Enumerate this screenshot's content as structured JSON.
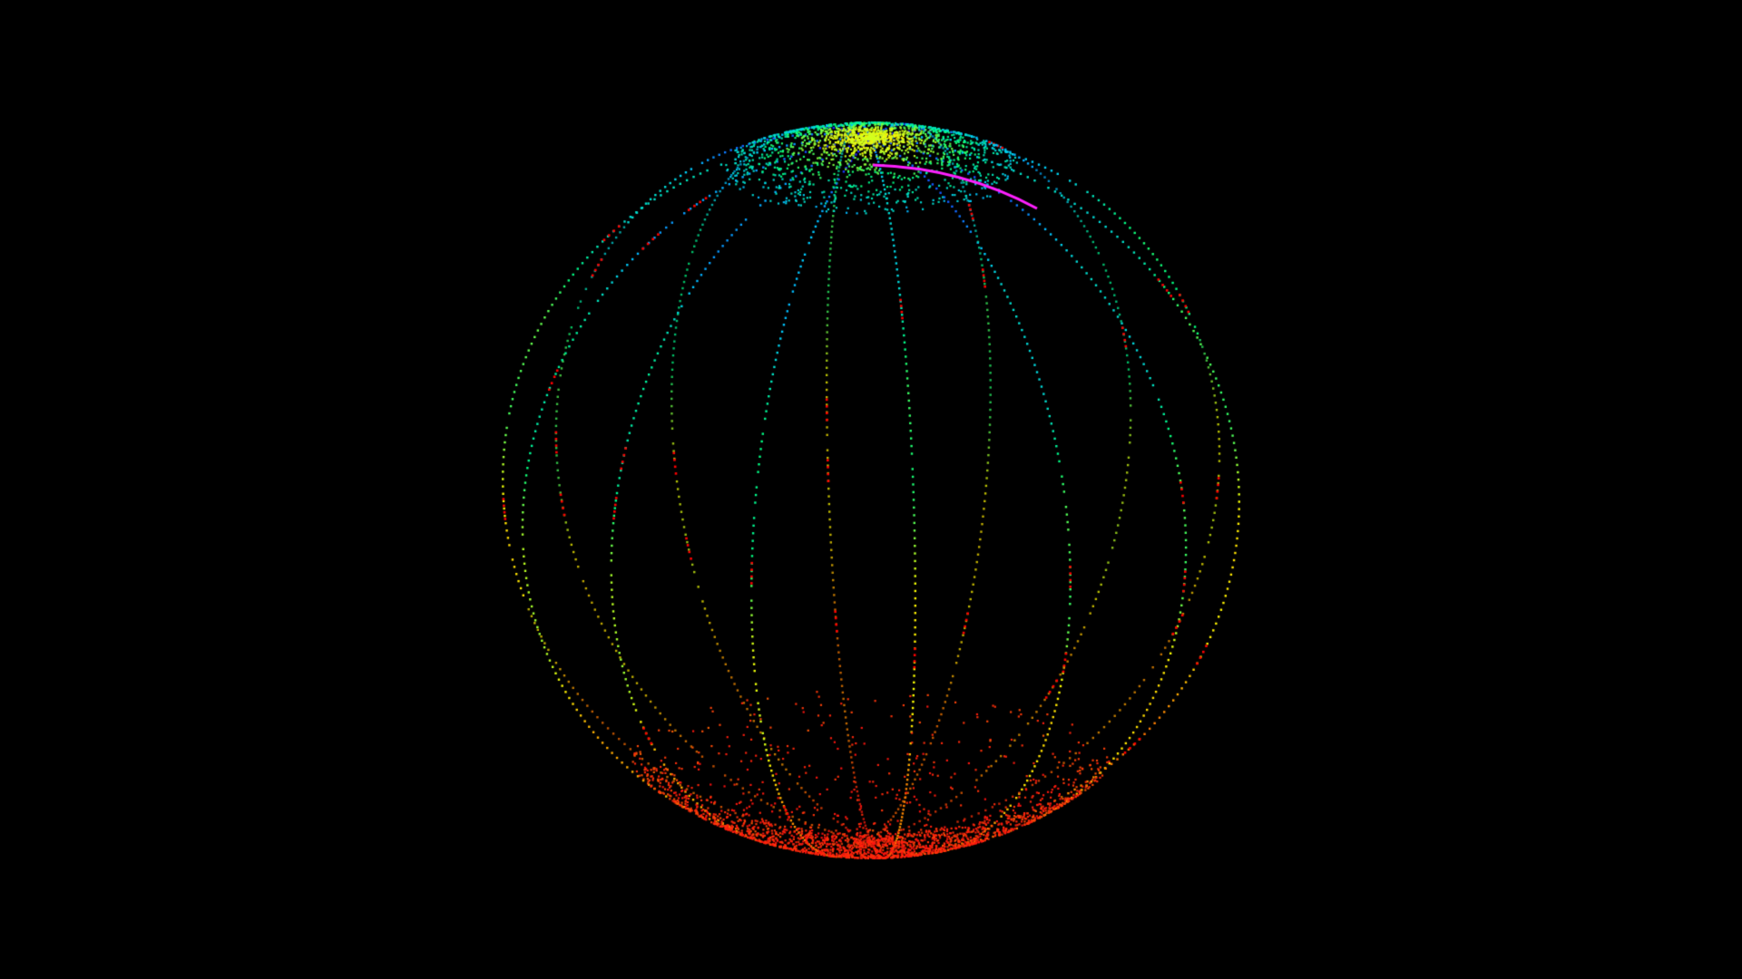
{
  "scene": {
    "background_color": "#000000",
    "object": "point-cloud-sphere",
    "rendering": "particles",
    "meridian_count": 14,
    "color_map": [
      "#1e22ff",
      "#00c8ff",
      "#00ff80",
      "#ffff00",
      "#ff8000",
      "#ff1010"
    ],
    "north_cluster_color": "#d4ff20",
    "south_cluster_color": "#ff1a10",
    "marker_color": "#ff0000",
    "trail_color": "#ff20ff"
  }
}
